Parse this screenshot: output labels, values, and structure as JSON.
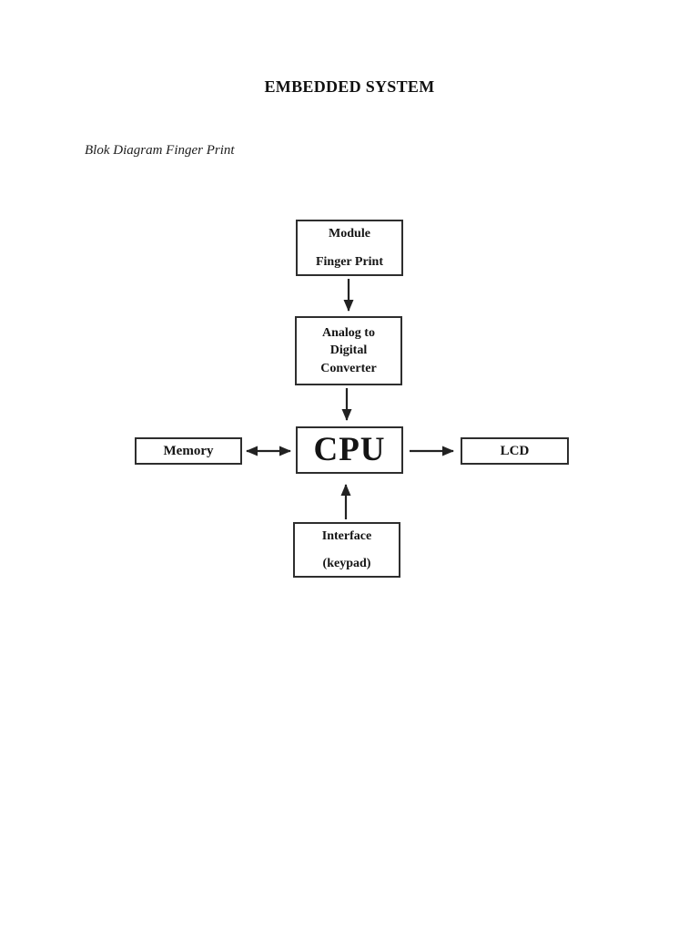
{
  "document": {
    "title": "EMBEDDED SYSTEM",
    "caption": "Blok Diagram Finger Print"
  },
  "diagram": {
    "nodes": {
      "module": {
        "lines": [
          "Module",
          "Finger Print"
        ]
      },
      "adc": {
        "lines": [
          "Analog to",
          "Digital",
          "Converter"
        ]
      },
      "cpu": {
        "label": "CPU"
      },
      "memory": {
        "label": "Memory"
      },
      "lcd": {
        "label": "LCD"
      },
      "interface": {
        "lines": [
          "Interface",
          "(keypad)"
        ]
      }
    },
    "connections": [
      {
        "id": "module-to-adc",
        "from": "module",
        "to": "adc",
        "style": "single-arrow-down"
      },
      {
        "id": "adc-to-cpu",
        "from": "adc",
        "to": "cpu",
        "style": "single-arrow-down"
      },
      {
        "id": "memory-cpu",
        "from": "memory",
        "to": "cpu",
        "style": "double-arrow-horizontal"
      },
      {
        "id": "cpu-to-lcd",
        "from": "cpu",
        "to": "lcd",
        "style": "single-arrow-right"
      },
      {
        "id": "interface-to-cpu",
        "from": "interface",
        "to": "cpu",
        "style": "single-arrow-up"
      }
    ],
    "colors": {
      "background": "#ffffff",
      "line": "#222222",
      "border": "#2e2e2e",
      "text": "#111111"
    }
  }
}
